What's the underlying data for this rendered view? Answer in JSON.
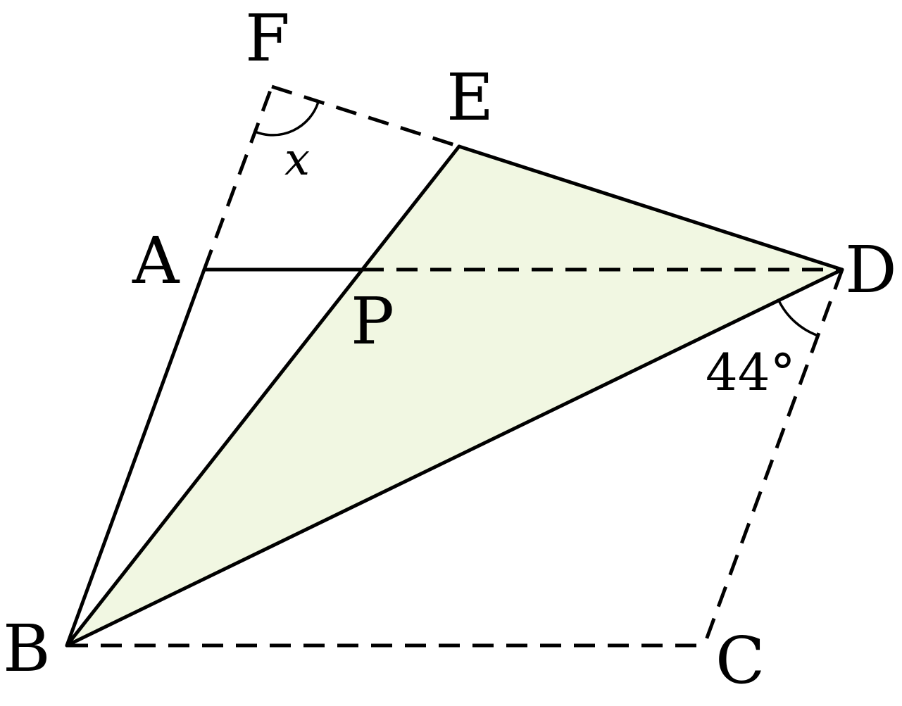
{
  "diagram": {
    "fill_color": "#f1f7e2",
    "stroke_color": "#000000",
    "points": {
      "A": "A",
      "B": "B",
      "C": "C",
      "D": "D",
      "E": "E",
      "F": "F",
      "P": "P"
    },
    "angles": {
      "x": "x",
      "at_D": "44°"
    }
  }
}
